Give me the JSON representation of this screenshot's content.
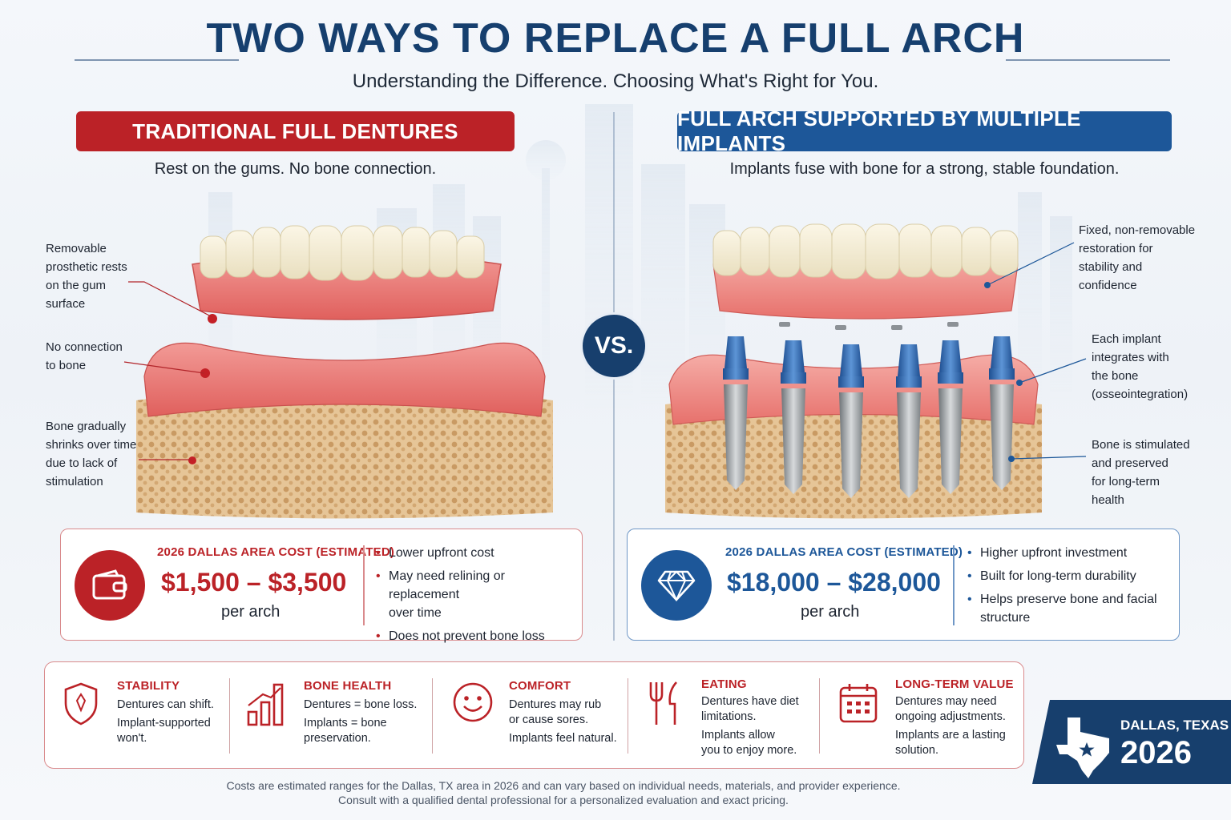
{
  "header": {
    "title": "TWO WAYS TO REPLACE A FULL ARCH",
    "subtitle": "Understanding the Difference. Choosing What's Right for You."
  },
  "left": {
    "heading": "TRADITIONAL FULL DENTURES",
    "tagline": "Rest on the gums. No bone connection.",
    "callouts": [
      [
        "Removable",
        "prosthetic rests",
        "on the gum",
        "surface"
      ],
      [
        "No connection",
        "to bone"
      ],
      [
        "Bone gradually",
        "shrinks over time",
        "due to lack of",
        "stimulation"
      ]
    ],
    "cost": {
      "label": "2026 DALLAS AREA COST (ESTIMATED)",
      "value": "$1,500 – $3,500",
      "unit": "per arch",
      "icon": "wallet-icon",
      "bullets": [
        "Lower upfront cost",
        "May need relining or replacement",
        "over time",
        "Does not prevent bone loss"
      ]
    }
  },
  "vs": "VS.",
  "right": {
    "heading": "FULL ARCH SUPPORTED BY MULTIPLE IMPLANTS",
    "tagline": "Implants fuse with bone for a strong, stable foundation.",
    "callouts": [
      [
        "Fixed, non-removable",
        "restoration for",
        "stability and",
        "confidence"
      ],
      [
        "Each implant",
        "integrates with",
        "the bone",
        "(osseointegration)"
      ],
      [
        "Bone is stimulated",
        "and preserved",
        "for long-term",
        "health"
      ]
    ],
    "cost": {
      "label": "2026 DALLAS AREA COST (ESTIMATED)",
      "value": "$18,000 – $28,000",
      "unit": "per arch",
      "icon": "diamond-icon",
      "bullets": [
        "Higher upfront investment",
        "Built for long-term durability",
        "Helps preserve bone and facial",
        "structure"
      ]
    }
  },
  "comparison": [
    {
      "icon": "shield-icon",
      "title": "STABILITY",
      "lines": [
        "Dentures can shift.",
        "Implant-supported",
        "won't."
      ]
    },
    {
      "icon": "bar-chart-icon",
      "title": "BONE HEALTH",
      "lines": [
        "Dentures = bone loss.",
        "Implants = bone",
        "preservation."
      ]
    },
    {
      "icon": "smile-icon",
      "title": "COMFORT",
      "lines": [
        "Dentures may rub",
        "or cause sores.",
        "Implants feel natural."
      ]
    },
    {
      "icon": "fork-knife-icon",
      "title": "EATING",
      "lines": [
        "Dentures have diet",
        "limitations.",
        "Implants allow",
        "you to enjoy more."
      ]
    },
    {
      "icon": "calendar-icon",
      "title": "LONG-TERM VALUE",
      "lines": [
        "Dentures may need",
        "ongoing adjustments.",
        "Implants are a lasting",
        "solution."
      ]
    }
  ],
  "badge": {
    "city": "DALLAS, TEXAS",
    "year": "2026",
    "icon": "texas-star-icon"
  },
  "footer": {
    "line1": "Costs are estimated ranges for the Dallas, TX area in 2026 and can vary based on individual needs, materials, and provider experience.",
    "line2": "Consult with a qualified dental professional for a personalized evaluation and exact pricing."
  },
  "colors": {
    "red": "#bb2227",
    "blue": "#1d5799",
    "navy": "#163f6e"
  }
}
